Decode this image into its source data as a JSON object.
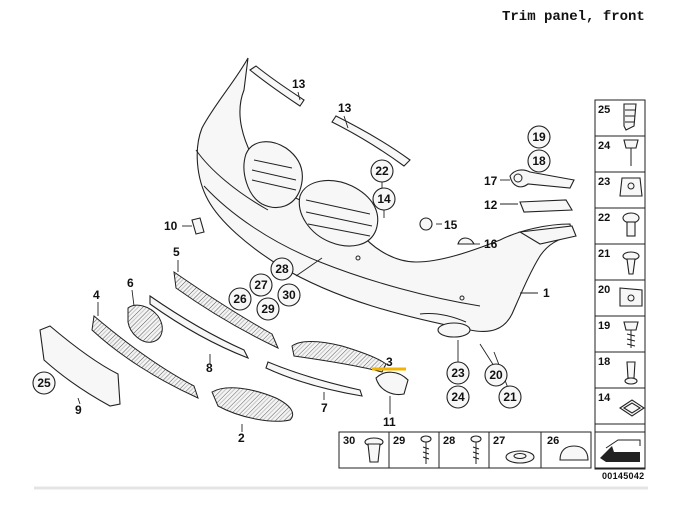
{
  "header": {
    "title": "Trim panel, front"
  },
  "footer": {
    "reference": "00145042"
  },
  "callouts": {
    "c1": "1",
    "c2": "2",
    "c3": "3",
    "c4": "4",
    "c5": "5",
    "c6": "6",
    "c7": "7",
    "c8": "8",
    "c9": "9",
    "c10": "10",
    "c11": "11",
    "c12": "12",
    "c13a": "13",
    "c13b": "13",
    "c14": "14",
    "c15": "15",
    "c16": "16",
    "c17": "17",
    "c18": "18",
    "c19": "19",
    "c20": "20",
    "c21": "21",
    "c22": "22",
    "c23": "23",
    "c24": "24",
    "c25": "25",
    "c26": "26",
    "c27": "27",
    "c28": "28",
    "c29": "29",
    "c30": "30"
  },
  "right_parts": [
    "25",
    "24",
    "23",
    "22",
    "21",
    "20",
    "19",
    "18",
    "14"
  ],
  "bottom_parts": [
    "30",
    "29",
    "28",
    "27",
    "26"
  ],
  "colors": {
    "highlight": "#f2b400",
    "ink": "#222222"
  }
}
